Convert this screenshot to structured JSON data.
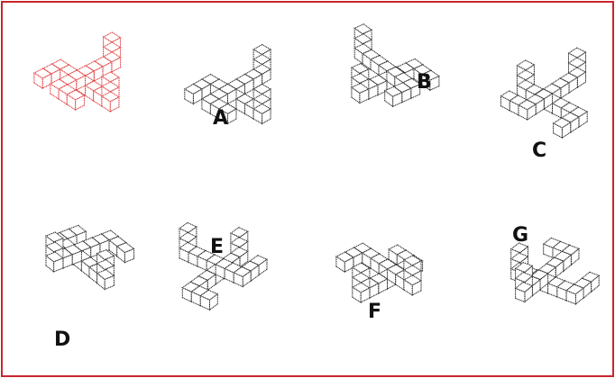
{
  "reference": {
    "color": "#e03030"
  },
  "options": [
    {
      "id": "A",
      "label": "A"
    },
    {
      "id": "B",
      "label": "B"
    },
    {
      "id": "C",
      "label": "C"
    },
    {
      "id": "D",
      "label": "D"
    },
    {
      "id": "E",
      "label": "E"
    },
    {
      "id": "F",
      "label": "F"
    },
    {
      "id": "G",
      "label": "G"
    }
  ],
  "colors": {
    "border": "#c8262d",
    "stroke": "#222222",
    "reference_stroke": "#e03030"
  }
}
